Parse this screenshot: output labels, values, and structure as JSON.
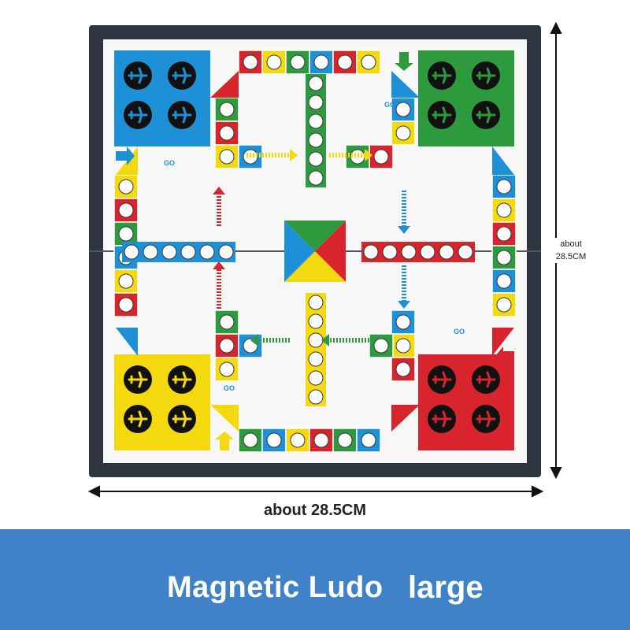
{
  "product": {
    "title": "Magnetic Ludo",
    "size_label": "large"
  },
  "dimensions": {
    "width_label": "about 28.5CM",
    "height_label_line1": "about",
    "height_label_line2": "28.5CM"
  },
  "board": {
    "go_label": "GO",
    "colors": {
      "blue": "#1e90d8",
      "green": "#2e9a3e",
      "red": "#d8242c",
      "yellow": "#f5d90f",
      "frame": "#2d3640",
      "board_bg": "#f7f7f7",
      "banner": "#3f82c7"
    },
    "home_bases": [
      {
        "color": "blue",
        "pieces": 4,
        "icon": "airplane-icon"
      },
      {
        "color": "green",
        "pieces": 4,
        "icon": "airplane-icon"
      },
      {
        "color": "yellow",
        "pieces": 4,
        "icon": "airplane-icon"
      },
      {
        "color": "red",
        "pieces": 4,
        "icon": "airplane-icon"
      }
    ]
  }
}
